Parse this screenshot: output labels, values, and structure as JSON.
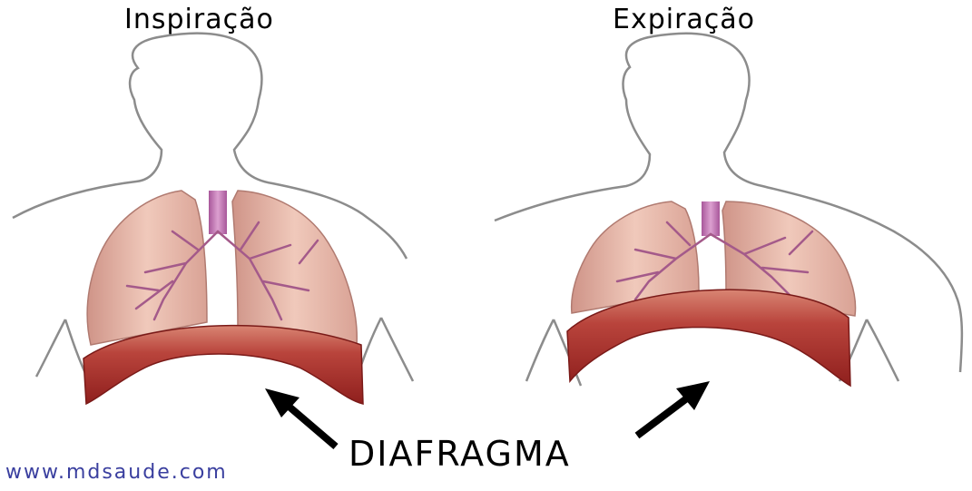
{
  "left_panel": {
    "title": "Inspiração"
  },
  "right_panel": {
    "title": "Expiração"
  },
  "label": "DIAFRAGMA",
  "watermark": "www.mdsaude.com",
  "colors": {
    "outline": "#8c8c8c",
    "lung_fill": "#e7b8a8",
    "lung_shade": "#c98b80",
    "bronchi": "#a45a8a",
    "trachea": "#c87bb6",
    "diaphragm_dark": "#8f1f1d",
    "diaphragm_mid": "#b9443c",
    "diaphragm_light": "#d98573",
    "arrow": "#000000",
    "watermark": "#3a3f9f"
  }
}
